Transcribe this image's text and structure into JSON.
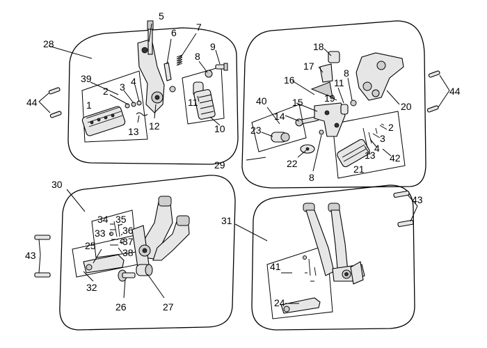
{
  "callouts": {
    "n1": "1",
    "n2": "2",
    "n2b": "2",
    "n3": "3",
    "n3b": "3",
    "n4": "4",
    "n4b": "4",
    "n5": "5",
    "n6": "6",
    "n7": "7",
    "n8": "8",
    "n8b": "8",
    "n8c": "8",
    "n9": "9",
    "n10": "10",
    "n11": "11",
    "n11b": "11",
    "n12": "12",
    "n13": "13",
    "n13b": "13",
    "n14": "14",
    "n15": "15",
    "n16": "16",
    "n17": "17",
    "n18": "18",
    "n19": "19",
    "n20": "20",
    "n21": "21",
    "n22": "22",
    "n23": "23",
    "n24": "24",
    "n25": "25",
    "n26": "26",
    "n27": "27",
    "n28": "28",
    "n29": "29",
    "n30": "30",
    "n31": "31",
    "n32": "32",
    "n33": "33",
    "n34": "34",
    "n35": "35",
    "n36": "36",
    "n37": "37",
    "n38": "38",
    "n39": "39",
    "n40": "40",
    "n41": "41",
    "n42": "42",
    "n43a": "43",
    "n43b": "43",
    "n44a": "44",
    "n44b": "44"
  }
}
